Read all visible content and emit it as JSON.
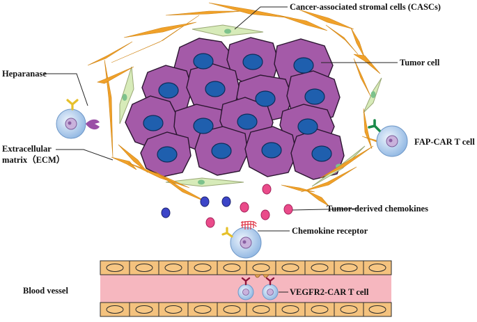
{
  "labels": {
    "casc": "Cancer-associated stromal cells (CASCs)",
    "tumor_cell": "Tumor cell",
    "heparanase": "Heparanase",
    "fap_car_t": "FAP-CAR T cell",
    "ecm_line1": "Extracellular",
    "ecm_line2": "matrix（ECM）",
    "chemokines": "Tumor-derived chemokines",
    "chemokine_receptor": "Chemokine receptor",
    "blood_vessel": "Blood vessel",
    "vegfr2_car_t": "VEGFR2-CAR T cell"
  },
  "colors": {
    "tumor_fill": "#a45aa8",
    "tumor_nucleus": "#1f5fae",
    "ecm_fiber": "#f0a12a",
    "stromal_fill": "#d7ebb9",
    "stromal_nucleus": "#7dc28c",
    "t_cell_fill": "#a9c9ec",
    "t_cell_nucleus": "#9b7bb5",
    "chemokine_pink": "#ea4b8a",
    "chemokine_blue": "#3c45c8",
    "vessel_cell_fill": "#f4c27e",
    "vessel_lumen": "#f6b7bf",
    "receptor_red": "#e03a4a",
    "receptor_green": "#1a8a4a",
    "heparanase_purple": "#9a4fa6",
    "receptor_yellow": "#e6c02a"
  },
  "icons": [
    "tumor-cell-icon",
    "stromal-cell-icon",
    "t-cell-icon",
    "chemokine-icon",
    "antibody-receptor-icon",
    "heparanase-enzyme-icon",
    "endothelial-cell-icon"
  ]
}
